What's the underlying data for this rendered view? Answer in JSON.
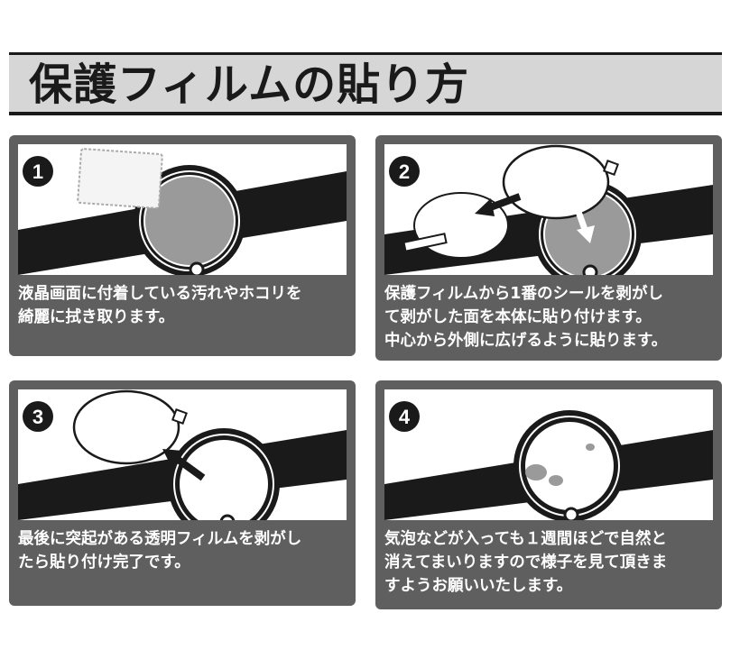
{
  "title": "保護フィルムの貼り方",
  "steps": [
    {
      "number": "1",
      "text": "液晶画面に付着している汚れやホコリを\n綺麗に拭き取ります。"
    },
    {
      "number": "2",
      "text": "保護フィルムから1番のシールを剥がし\nて剥がした面を本体に貼り付けます。\n中心から外側に広げるように貼ります。"
    },
    {
      "number": "3",
      "text": "最後に突起がある透明フィルムを剥がし\nたら貼り付け完了です。"
    },
    {
      "number": "4",
      "text": "気泡などが入っても１週間ほどで自然と\n消えてまいりますので様子を見て頂きま\nすようお願いいたします。"
    }
  ],
  "colors": {
    "card": "#5f5f5f",
    "title_bar": "#d6d6d6",
    "ink": "#1a1a1a",
    "screen_gray": "#9a9a9a"
  }
}
